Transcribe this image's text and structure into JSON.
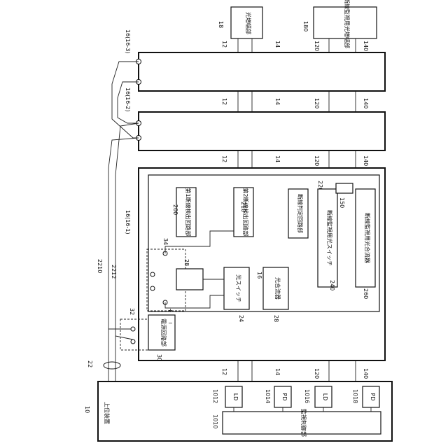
{
  "labels": {
    "n18": "18",
    "n180": "180",
    "n12": "12",
    "n14": "14",
    "n120": "120",
    "n140": "140",
    "n16_3": "16(16-3)",
    "n16_2": "16(16-2)",
    "n16_1": "16(16-1)",
    "n220": "220",
    "n200": "200",
    "n210": "210",
    "n150": "150",
    "n34": "34",
    "n28": "28",
    "n32": "32",
    "n30": "30",
    "n22": "22",
    "n2210": "2210",
    "n2212": "2212",
    "n16": "16",
    "n24": "24",
    "n240": "240",
    "n260": "260",
    "n10": "10",
    "n1010": "1010",
    "n1012": "1012",
    "n1014": "1014",
    "n1016": "1016",
    "n1018": "1018",
    "plus": "+",
    "minus": "−"
  },
  "blocks": {
    "optical_amp": "光増幅部",
    "monitor_amp": "断線監視用光増幅部",
    "fault_judge": "断線判定回路部",
    "detect1": "第1断線検出回路部",
    "detect2": "第2断線検出回路部",
    "monitor_switch": "断線監視用光スイッチ",
    "optical_switch": "光スイッチ",
    "combiner": "光合流器",
    "monitor_combiner": "断線監視用光合流器",
    "power_circuit": "電源回路部",
    "host": "上位装置",
    "monitor_control": "監視制御部",
    "ld1": "LD",
    "pd1": "PD",
    "ld2": "LD",
    "pd2": "PD"
  }
}
